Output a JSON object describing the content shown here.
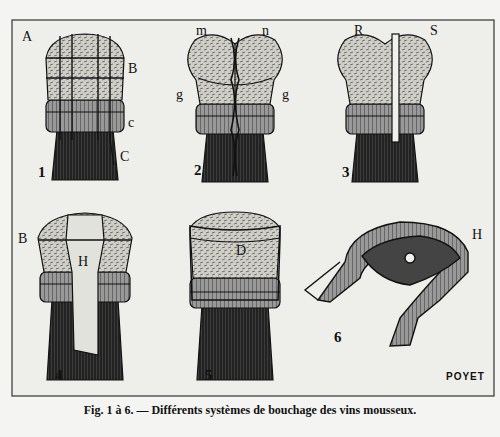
{
  "diagram": {
    "caption": "Fig. 1 à 6. — Différents systèmes de bouchage des vins mousseux.",
    "labels": [
      "A",
      "B",
      "c",
      "C",
      "1",
      "m",
      "n",
      "g",
      "g",
      "2",
      "R",
      "S",
      "3",
      "B",
      "H",
      "4",
      "D",
      "5",
      "H",
      "6",
      "POYET"
    ]
  }
}
